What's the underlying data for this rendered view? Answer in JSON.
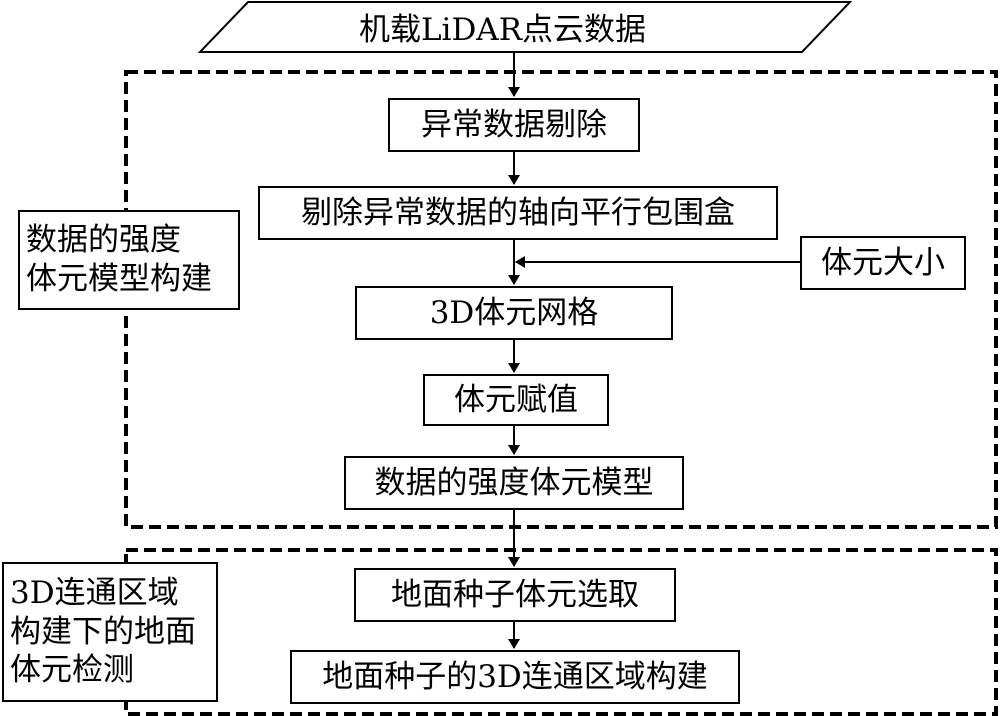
{
  "input": {
    "label": "机载LiDAR点云数据"
  },
  "group1": {
    "label_lines": [
      "数据的强度",
      "体元模型构建"
    ],
    "steps": {
      "remove_outliers": "异常数据剔除",
      "bounding_box": "剔除异常数据的轴向平行包围盒",
      "voxel_grid": "3D体元网格",
      "voxel_assign": "体元赋值",
      "intensity_model": "数据的强度体元模型"
    },
    "voxel_size": "体元大小"
  },
  "group2": {
    "label_lines": [
      "3D连通区域",
      "构建下的地面",
      "体元检测"
    ],
    "steps": {
      "seed_select": "地面种子体元选取",
      "region_build": "地面种子的3D连通区域构建"
    }
  }
}
